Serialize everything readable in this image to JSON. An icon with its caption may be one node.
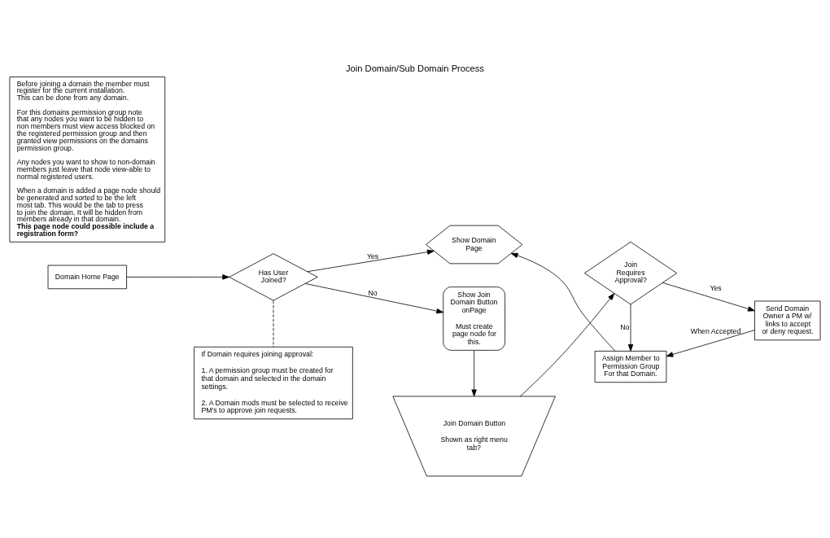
{
  "diagram": {
    "title": "Join Domain/Sub Domain Process",
    "nodes": [
      {
        "text": [
          "Domain Home Page"
        ]
      },
      {
        "text": [
          "Has User Joined?"
        ]
      },
      {
        "text": [
          "Show Domain Page"
        ]
      },
      {
        "text": [
          "Show Join Domain Button onPage",
          "Must create page node for this."
        ]
      },
      {
        "text": [
          "Join Domain Button",
          "Shown as right menu tab?"
        ]
      },
      {
        "text": [
          "Join Requires Approval?"
        ]
      },
      {
        "text": [
          "Send Domain Owner a PM w/ links to accept or deny request."
        ]
      },
      {
        "text": [
          "Assign Member to Permission Group For that Domain."
        ]
      },
      {
        "text": [
          "If Domain requires joining approval:",
          "1. A permission group must be created for that domain and selected in the domain settings.",
          "2. A Domain mods must be selected to receive PM's to approve join requests."
        ]
      },
      {
        "text": [
          "Before joining a domain the member must register for the current installation. This can be done from any domain.",
          "For this domains permission group note that any nodes you want to be hidden to non members must view access blocked on the registered permission group and then granted view permissions on the domains permission group.",
          "Any nodes you want to show to non-domain members just leave that node view-able to normal registered users.",
          "When a domain is added a page node should be generated and sorted to be the left most tab. This would be the tab to press to join the domain. It will be hidden from members already in that domain. **This page node could possible include a registration form?**"
        ]
      }
    ],
    "edges": [
      {
        "from": 0,
        "to": 1,
        "arrow": "to"
      },
      {
        "from": 1,
        "to": 2,
        "arrow": "to",
        "label": "Yes"
      },
      {
        "from": 1,
        "to": 3,
        "arrow": "to",
        "label": "No"
      },
      {
        "from": 1,
        "to": 8,
        "arrow": "none",
        "style": "dashed"
      },
      {
        "from": 3,
        "to": 4,
        "arrow": "to"
      },
      {
        "from": 4,
        "to": 5,
        "arrow": "to"
      },
      {
        "from": 5,
        "to": 6,
        "arrow": "to",
        "label": "Yes"
      },
      {
        "from": 5,
        "to": 7,
        "arrow": "to",
        "label": "No"
      },
      {
        "from": 6,
        "to": 7,
        "arrow": "to",
        "label": "When Accepted"
      },
      {
        "from": 7,
        "to": 2,
        "arrow": "to"
      }
    ]
  }
}
